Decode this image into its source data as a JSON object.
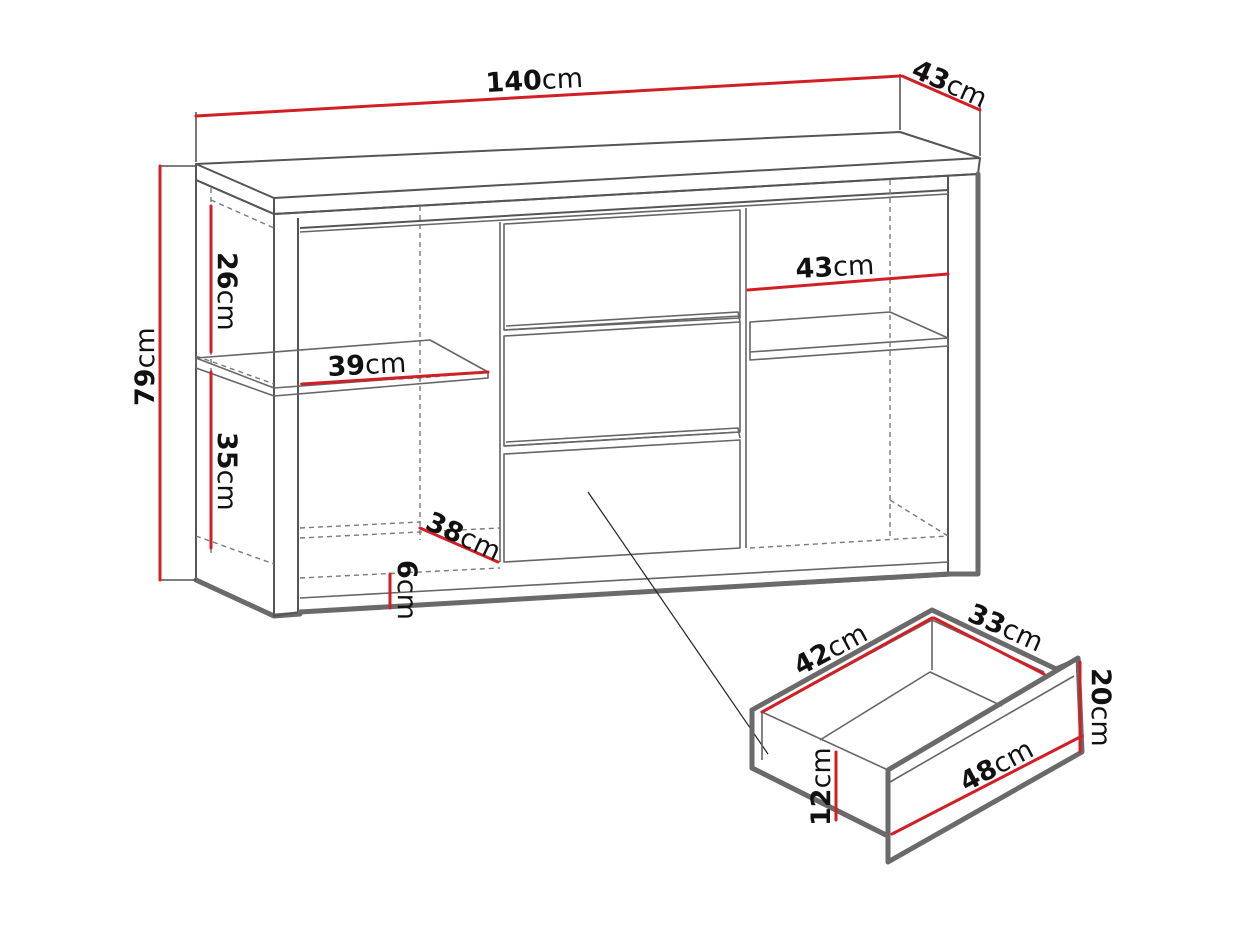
{
  "unit": "cm",
  "dimensions": {
    "width": "140",
    "depth": "43",
    "height": "79",
    "upper_compartment": "26",
    "lower_compartment": "35",
    "left_shelf_width": "39",
    "left_shelf_depth": "38",
    "plinth": "6",
    "right_shelf_width": "43",
    "drawer_depth": "42",
    "drawer_inner_width": "33",
    "drawer_front_height": "20",
    "drawer_front_width": "48",
    "drawer_side_height": "12"
  },
  "colors": {
    "dimension_line": "#d21f26",
    "outline": "#555555",
    "text": "#111111"
  }
}
